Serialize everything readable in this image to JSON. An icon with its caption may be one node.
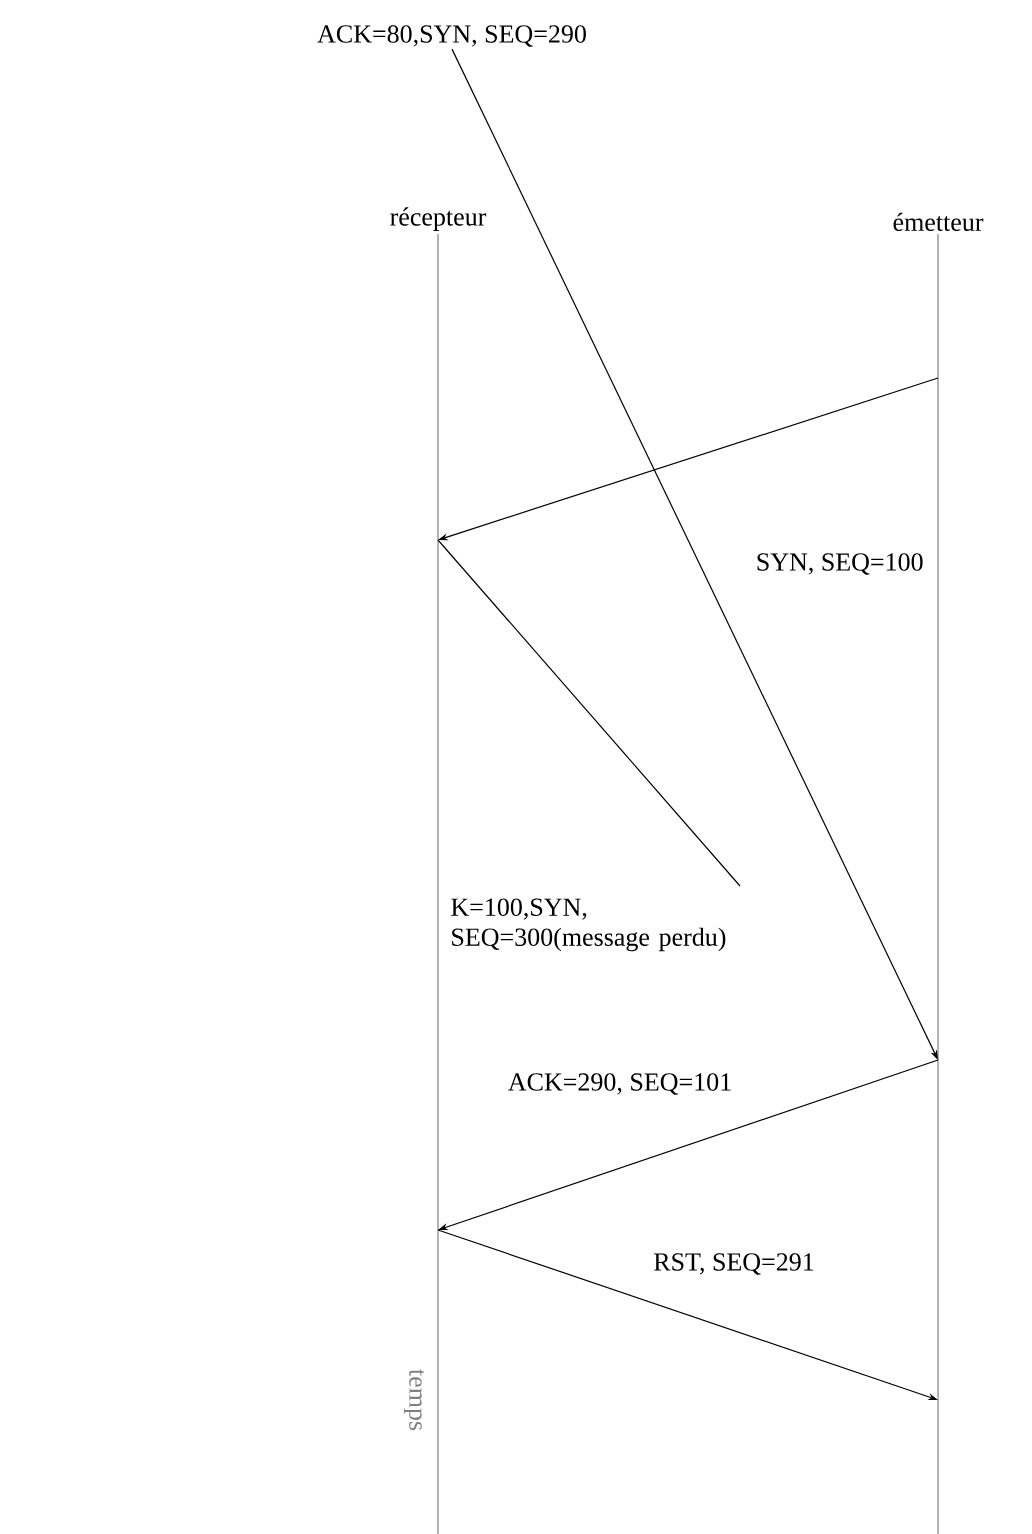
{
  "diagram": {
    "nodes": [
      {
        "text": [
          "ACK=80,SYN, SEQ=290"
        ]
      },
      {
        "text": [
          "récepteur"
        ]
      },
      {
        "text": [
          "émetteur"
        ]
      }
    ],
    "edges": [
      {
        "from": 0,
        "to": 2,
        "arrow": "to"
      },
      {
        "from": 2,
        "to": 1,
        "arrow": "to",
        "label": "SYN, SEQ=100"
      },
      {
        "from": 1,
        "to": null,
        "arrow": "none",
        "label": "K=100,SYN, SEQ=300(message perdu)"
      },
      {
        "from": 2,
        "to": 1,
        "arrow": "to",
        "label": "ACK=290, SEQ=101"
      },
      {
        "from": 1,
        "to": 2,
        "arrow": "to",
        "label": "RST, SEQ=291"
      }
    ],
    "labels": [
      "temps"
    ]
  }
}
